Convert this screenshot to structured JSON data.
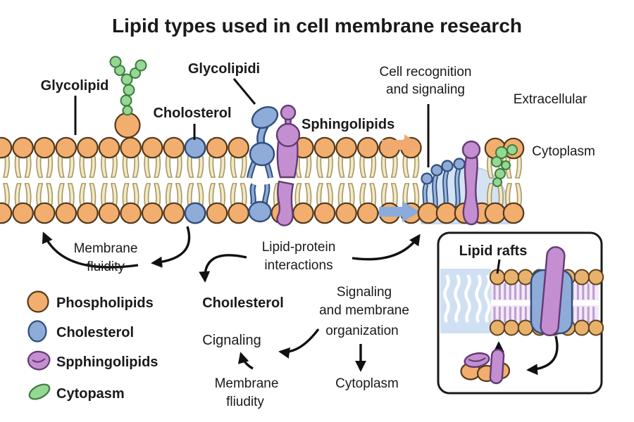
{
  "title": "Lipid types used in cell membrane research",
  "membrane_labels": {
    "glycolipid": "Glycolipid",
    "glycolipidi": "Glycolipidi",
    "cholosterol": "Cholosterol",
    "sphingolipids": "Sphingolipids",
    "cell_recognition_line1": "Cell recognition",
    "cell_recognition_line2": "and signaling",
    "extracellular": "Extracellular",
    "cytoplasm": "Cytoplasm"
  },
  "annotations": {
    "membrane_fluidity_line1": "Membrane",
    "membrane_fluidity_line2": "fluidity",
    "lipid_protein_line1": "Lipid-protein",
    "lipid_protein_line2": "interactions",
    "choilesterol": "Choılesterol",
    "signaling_line1": "Signaling",
    "signaling_line2": "and membrane",
    "signaling_line3": "organization",
    "cignaling": "Cignaling",
    "membrane_fliudity_line1": "Membrane",
    "membrane_fliudity_line2": "fliudity",
    "cytoplasm": "Cytoplasm"
  },
  "legend": {
    "items": [
      {
        "label": "Phospholipids",
        "color": "#f2ae6e"
      },
      {
        "label": "Cholesterol",
        "color": "#8fabd8"
      },
      {
        "label": "Spphingolipids",
        "color": "#c48fd0"
      },
      {
        "label": "Cytopasm",
        "color": "#94d894"
      }
    ]
  },
  "inset": {
    "title": "Lipid rafts"
  },
  "colors": {
    "phospholipid_head": "#f2ae6e",
    "phospholipid_tail": "#f2e9c8",
    "cholesterol_blue": "#8fabd8",
    "sphingolipid_purple": "#c48fd0",
    "glyco_green": "#94d894",
    "arrow_orange": "#f0a96e",
    "arrow_blue": "#8aabdb",
    "disordered_region_blue": "#cfe0f2",
    "raft_tail_lavender": "#bb9dd2",
    "text_black": "#1a1a1a"
  }
}
